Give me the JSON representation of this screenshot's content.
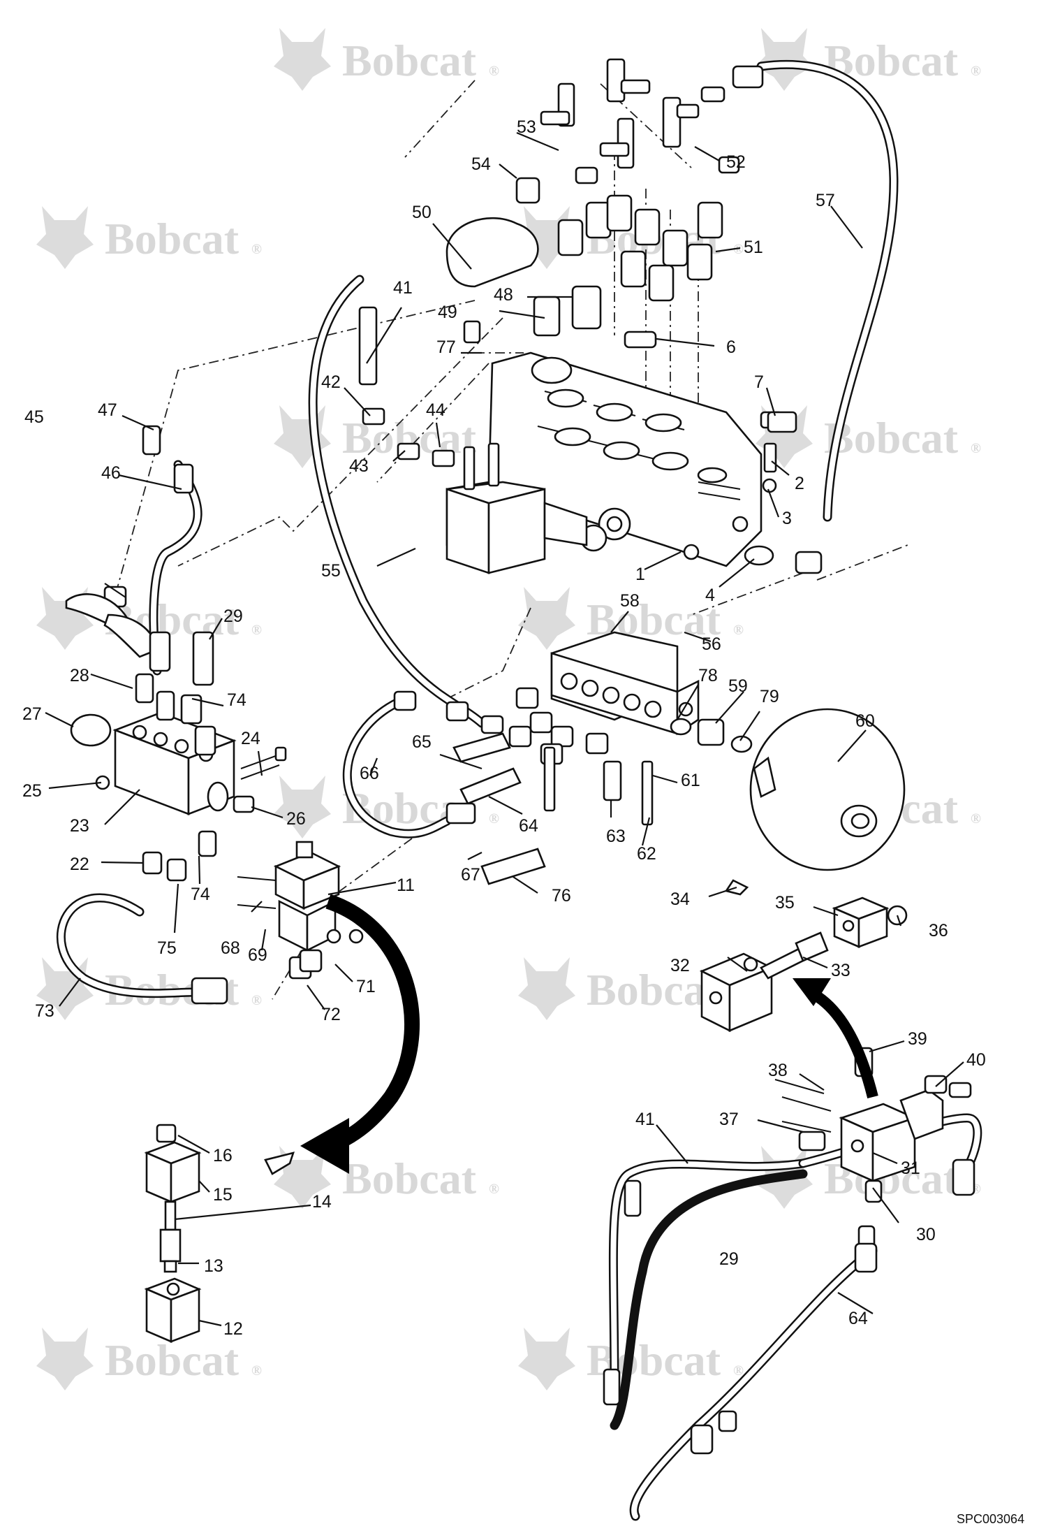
{
  "watermark": {
    "text": "Bobcat",
    "mark": "®",
    "color": "#d8d8d8"
  },
  "drawing_code": "SPC003064",
  "labels": [
    "1",
    "2",
    "3",
    "4",
    "6",
    "7",
    "11",
    "12",
    "13",
    "14",
    "15",
    "16",
    "22",
    "23",
    "24",
    "25",
    "26",
    "27",
    "28",
    "29",
    "29",
    "30",
    "31",
    "32",
    "33",
    "34",
    "35",
    "36",
    "37",
    "38",
    "39",
    "40",
    "41",
    "41",
    "42",
    "43",
    "44",
    "45",
    "46",
    "47",
    "48",
    "49",
    "50",
    "51",
    "52",
    "53",
    "54",
    "55",
    "56",
    "57",
    "58",
    "59",
    "60",
    "61",
    "62",
    "63",
    "64",
    "64",
    "65",
    "66",
    "67",
    "68",
    "69",
    "71",
    "72",
    "73",
    "74",
    "74",
    "75",
    "76",
    "77",
    "78",
    "79"
  ]
}
